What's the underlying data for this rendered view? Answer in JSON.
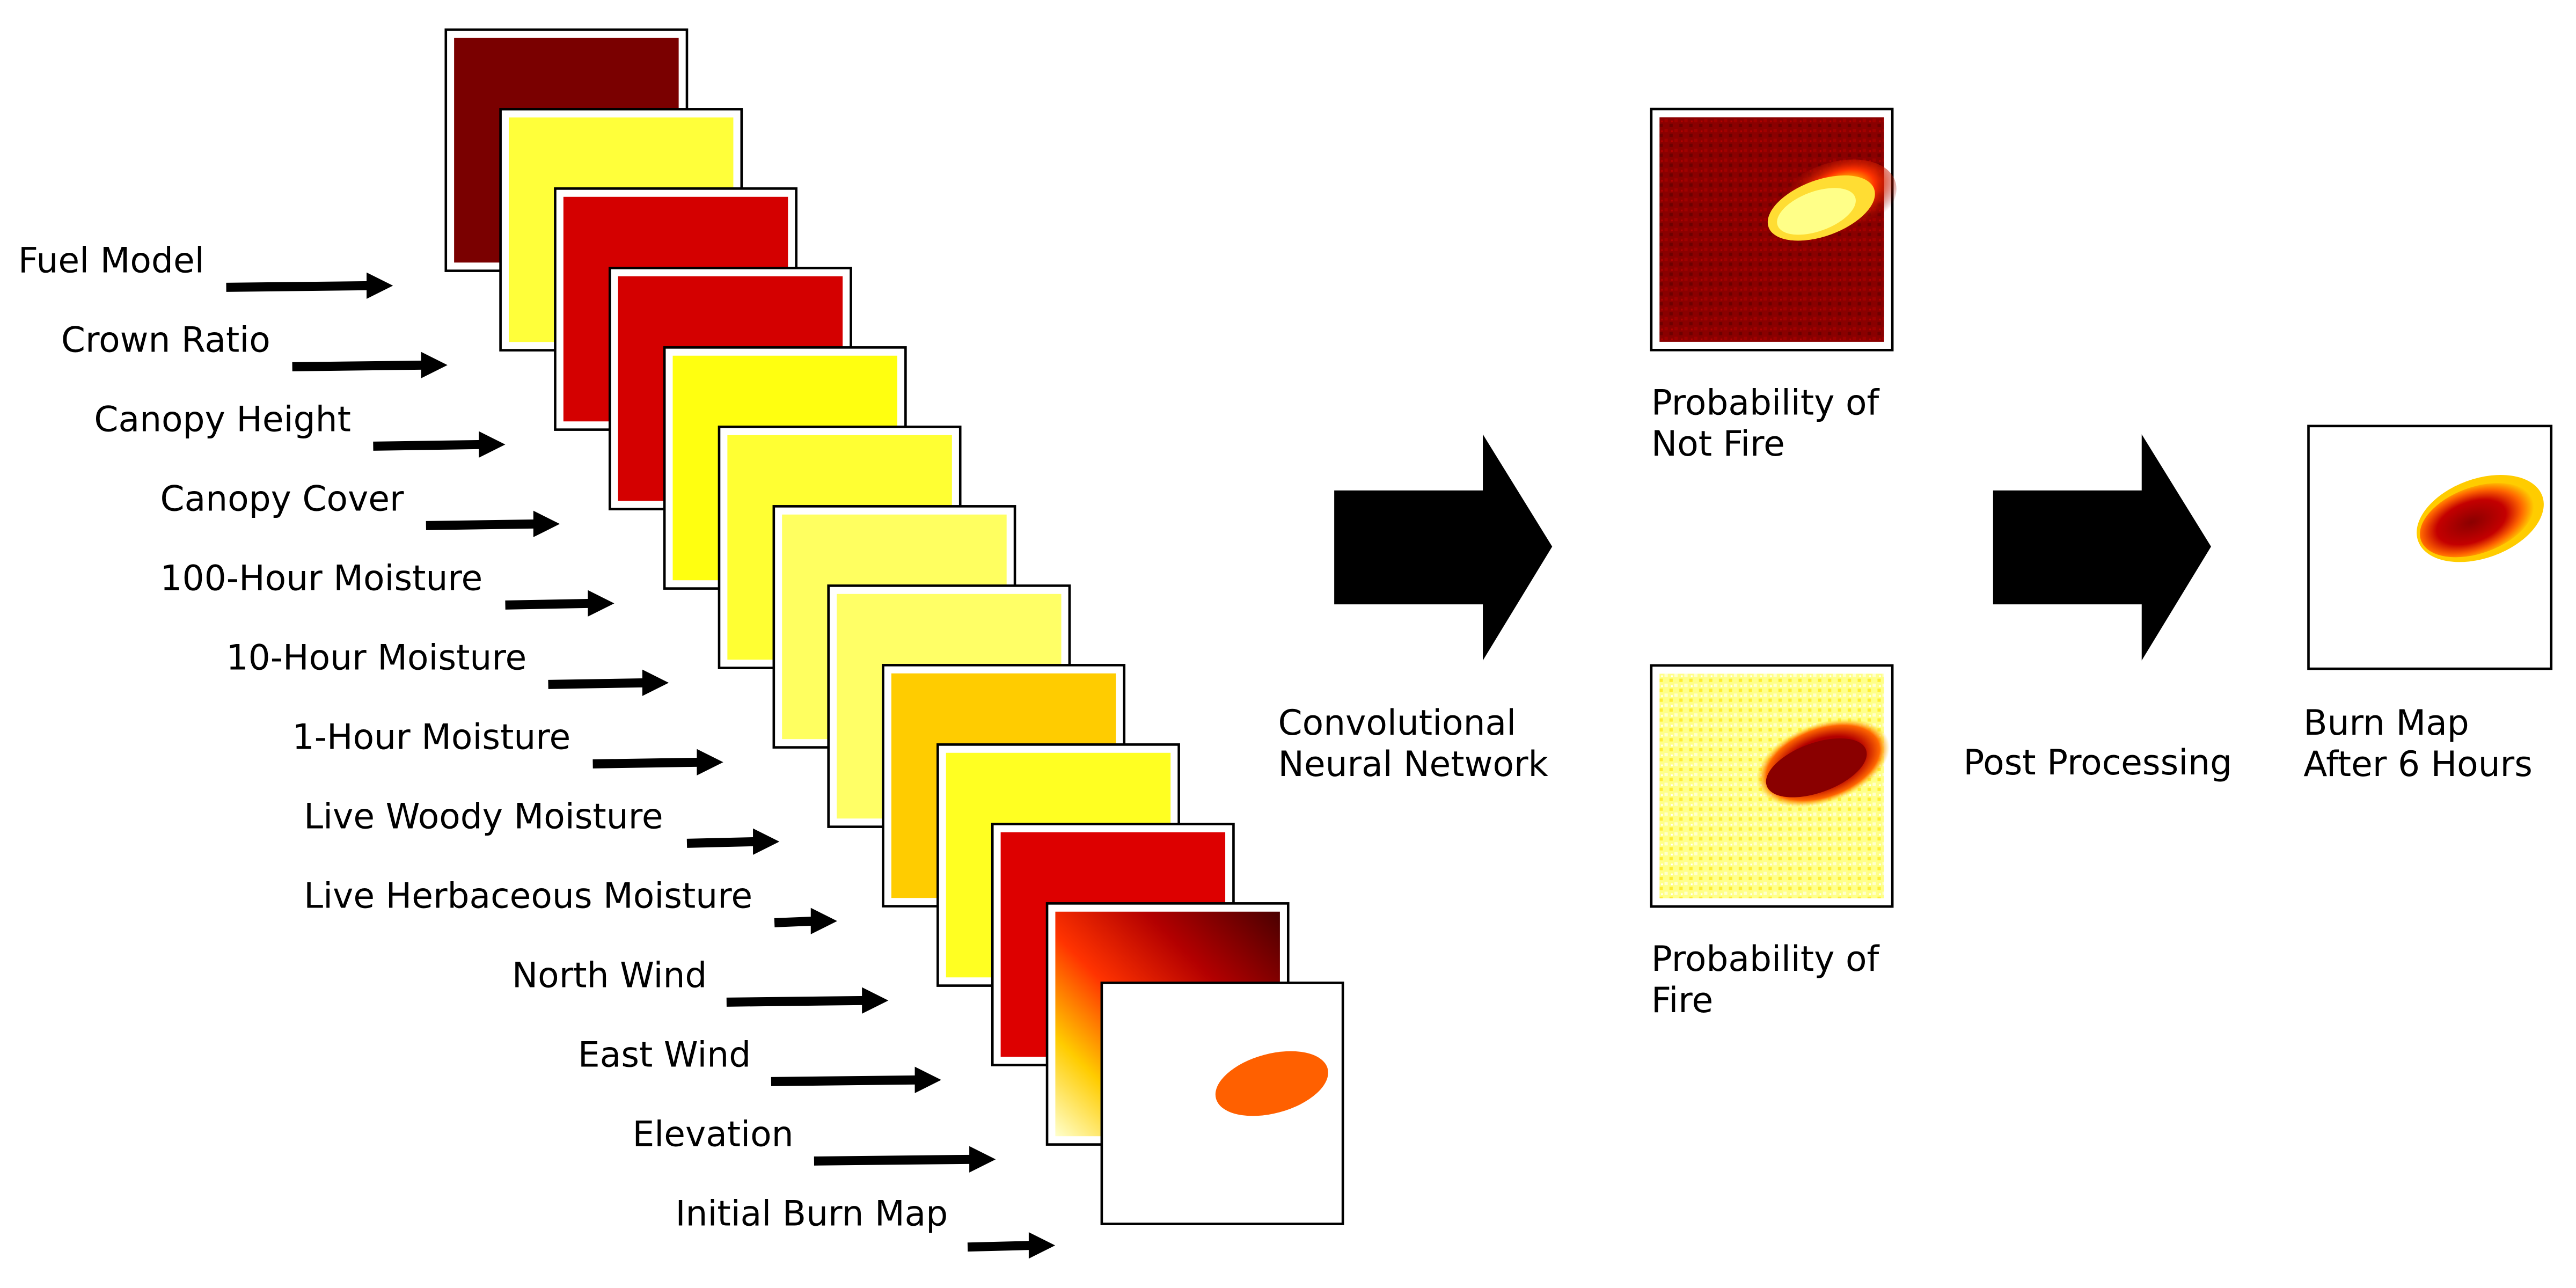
{
  "layers": [
    {
      "label": "Fuel Model",
      "color": "#7a0000"
    },
    {
      "label": "Crown Ratio",
      "color": "#ffff3a"
    },
    {
      "label": "Canopy Height",
      "color": "#d40000"
    },
    {
      "label": "Canopy Cover",
      "color": "#d40000"
    },
    {
      "label": "100-Hour Moisture",
      "color": "#ffff10"
    },
    {
      "label": "10-Hour Moisture",
      "color": "#ffff33"
    },
    {
      "label": "1-Hour Moisture",
      "color": "#ffff60"
    },
    {
      "label": "Live Woody Moisture",
      "color": "#ffff66"
    },
    {
      "label": "Live Herbaceous Moisture",
      "color": "#ffcc00"
    },
    {
      "label": "North Wind",
      "color": "#ffff22"
    },
    {
      "label": "East Wind",
      "color": "#dd0000"
    },
    {
      "label": "Elevation",
      "color": "gradient"
    },
    {
      "label": "Initial Burn Map",
      "color": "burn"
    }
  ],
  "model": {
    "line1": "Convolutional",
    "line2": "Neural Network"
  },
  "outputs": {
    "not_fire": {
      "line1": "Probability of",
      "line2": "Not Fire"
    },
    "fire": {
      "line1": "Probability of",
      "line2": "Fire"
    }
  },
  "post": {
    "label": "Post Processing"
  },
  "result": {
    "line1": "Burn Map",
    "line2": "After 6 Hours"
  },
  "colors": {
    "burn_orange": "#ff6000",
    "dark_red": "#8a0000",
    "bright_yellow": "#ffff00"
  }
}
